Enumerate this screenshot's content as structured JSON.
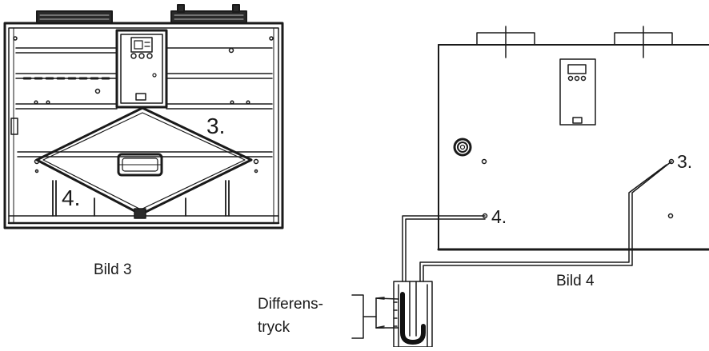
{
  "figure_left": {
    "caption": "Bild 3",
    "marker_exhaust": "3.",
    "marker_supply": "4."
  },
  "figure_right": {
    "caption": "Bild 4",
    "marker_exhaust": "3.",
    "marker_supply": "4.",
    "gauge_label_line1": "Differens-",
    "gauge_label_line2": "tryck"
  }
}
